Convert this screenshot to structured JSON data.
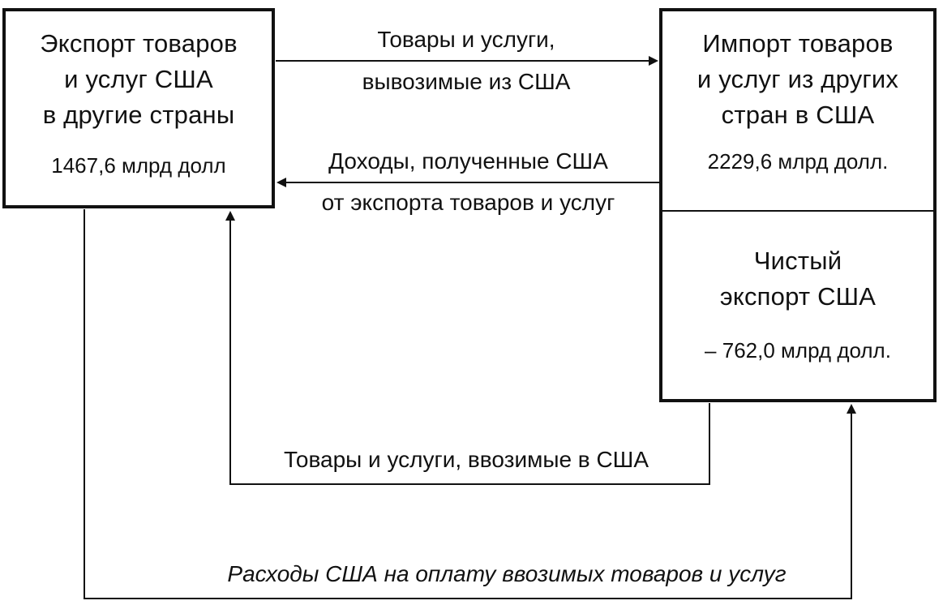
{
  "boxes": {
    "exports": {
      "title_lines": [
        "Экспорт товаров",
        "и услуг США",
        "в другие страны"
      ],
      "value": "1467,6 млрд долл"
    },
    "imports": {
      "title_lines": [
        "Импорт товаров",
        "и услуг из других",
        "стран в США"
      ],
      "value": "2229,6 млрд долл."
    },
    "net_exports": {
      "title_lines": [
        "Чистый",
        "экспорт США"
      ],
      "value": "– 762,0 млрд долл."
    }
  },
  "flows": {
    "goods_exported": {
      "line1": "Товары и услуги,",
      "line2": "вывозимые из США"
    },
    "export_income": {
      "line1": "Доходы, полученные США",
      "line2": "от экспорта товаров и услуг"
    },
    "goods_imported": {
      "text": "Товары и услуги, ввозимые в США"
    },
    "import_spending": {
      "text": "Расходы США на оплату ввозимых товаров и услуг"
    }
  },
  "colors": {
    "line": "#111111",
    "background": "#ffffff"
  }
}
